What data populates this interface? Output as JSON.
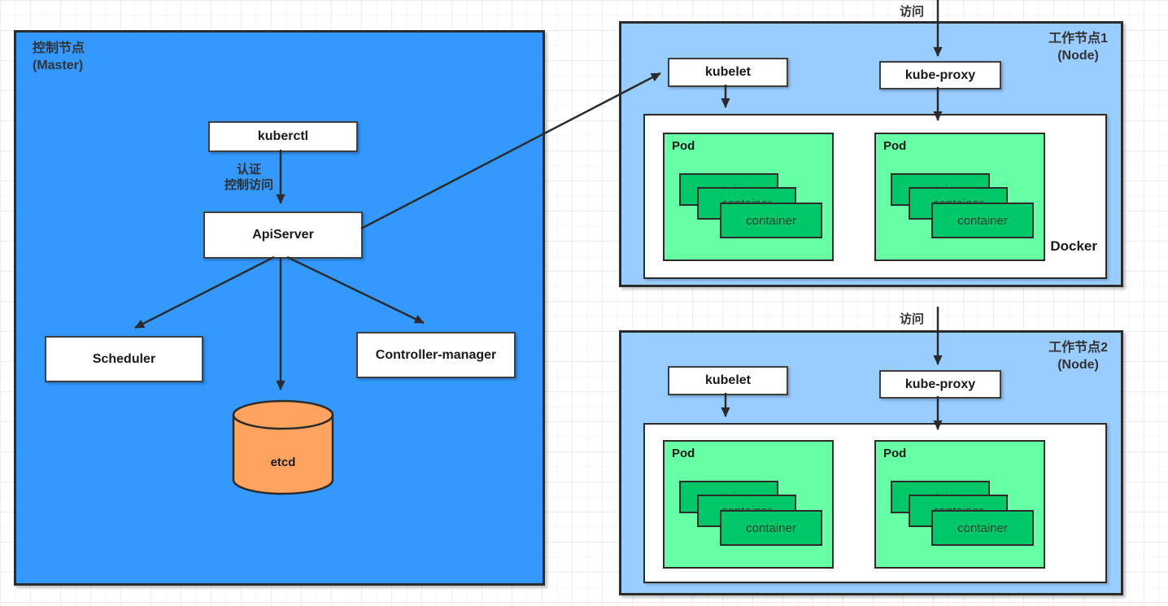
{
  "master": {
    "title_line1": "控制节点",
    "title_line2": "(Master)",
    "kuberctl_label": "kuberctl",
    "auth_line1": "认证",
    "auth_line2": "控制访问",
    "apiserver_label": "ApiServer",
    "scheduler_label": "Scheduler",
    "controller_manager_label": "Controller-manager",
    "etcd_label": "etcd"
  },
  "node1": {
    "title_line1": "工作节点1",
    "title_line2": "(Node)",
    "visit_label": "访问",
    "kubelet_label": "kubelet",
    "kube_proxy_label": "kube-proxy",
    "docker_label": "Docker"
  },
  "node2": {
    "title_line1": "工作节点2",
    "title_line2": "(Node)",
    "visit_label": "访问",
    "kubelet_label": "kubelet",
    "kube_proxy_label": "kube-proxy"
  },
  "common": {
    "pod_label": "Pod",
    "container_label": "container"
  },
  "colors": {
    "master_fill": "#3399ff",
    "node_fill": "#99ccff",
    "pod_fill": "#66ffa6",
    "container_fill": "#00c868",
    "etcd_fill": "#ffa45f",
    "box_fill": "#ffffff",
    "border": "#2b2b2b",
    "arrow": "#2b2b2b",
    "text": "#333333"
  }
}
